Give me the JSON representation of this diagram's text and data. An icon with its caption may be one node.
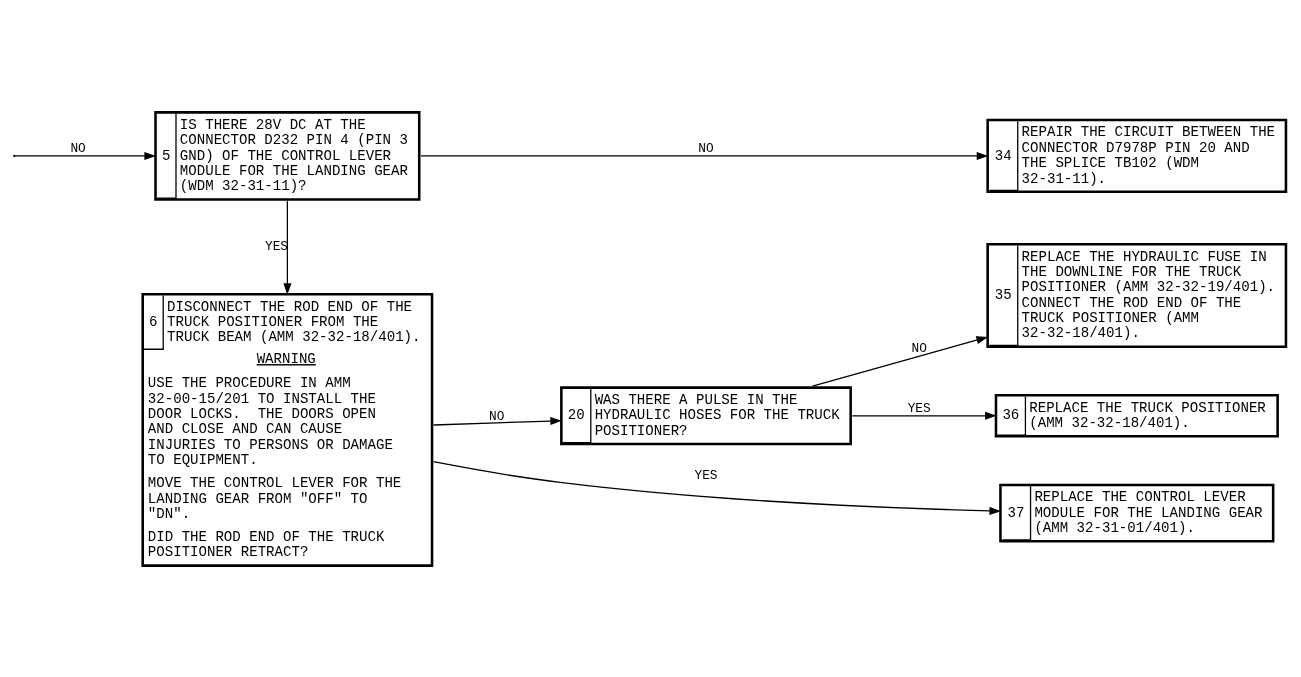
{
  "diagram": {
    "nodes": [
      {
        "text": [
          "5",
          "IS THERE 28V DC AT THE CONNECTOR D232 PIN 4 (PIN 3 GND) OF THE CONTROL LEVER MODULE FOR THE LANDING GEAR (WDM 32-31-11)?"
        ]
      },
      {
        "text": [
          "34",
          "REPAIR THE CIRCUIT BETWEEN THE CONNECTOR D7978P PIN 20 AND THE SPLICE TB102 (WDM 32-31-11)."
        ]
      },
      {
        "text": [
          "6",
          "DISCONNECT THE ROD END OF THE TRUCK POSITIONER FROM THE TRUCK BEAM (AMM 32-32-18/401).",
          "WARNING",
          "USE THE PROCEDURE IN AMM 32-00-15/201 TO INSTALL THE DOOR LOCKS.  THE DOORS OPEN AND CLOSE AND CAN CAUSE INJURIES TO PERSONS OR DAMAGE TO EQUIPMENT.",
          "MOVE THE CONTROL LEVER FOR THE LANDING GEAR FROM \"OFF\" TO \"DN\".",
          "DID THE ROD END OF THE TRUCK POSITIONER RETRACT?"
        ]
      },
      {
        "text": [
          "20",
          "WAS THERE A PULSE IN THE HYDRAULIC HOSES FOR THE TRUCK POSITIONER?"
        ]
      },
      {
        "text": [
          "35",
          "REPLACE THE HYDRAULIC FUSE IN THE DOWNLINE FOR THE TRUCK POSITIONER (AMM 32-32-19/401). CONNECT THE ROD END OF THE TRUCK POSITIONER (AMM 32-32-18/401)."
        ]
      },
      {
        "text": [
          "36",
          "REPLACE THE TRUCK POSITIONER (AMM 32-32-18/401)."
        ]
      },
      {
        "text": [
          "37",
          "REPLACE THE CONTROL LEVER MODULE FOR THE LANDING GEAR (AMM 32-31-01/401)."
        ]
      }
    ],
    "edges": [
      {
        "from": null,
        "to": 0,
        "arrow": "to",
        "label": "NO"
      },
      {
        "from": 0,
        "to": 1,
        "arrow": "to",
        "label": "NO"
      },
      {
        "from": 0,
        "to": 2,
        "arrow": "to",
        "label": "YES"
      },
      {
        "from": 2,
        "to": 3,
        "arrow": "to",
        "label": "NO"
      },
      {
        "from": 3,
        "to": 4,
        "arrow": "to",
        "label": "NO"
      },
      {
        "from": 3,
        "to": 5,
        "arrow": "to",
        "label": "YES"
      },
      {
        "from": 2,
        "to": 6,
        "arrow": "to",
        "label": "YES"
      }
    ]
  }
}
